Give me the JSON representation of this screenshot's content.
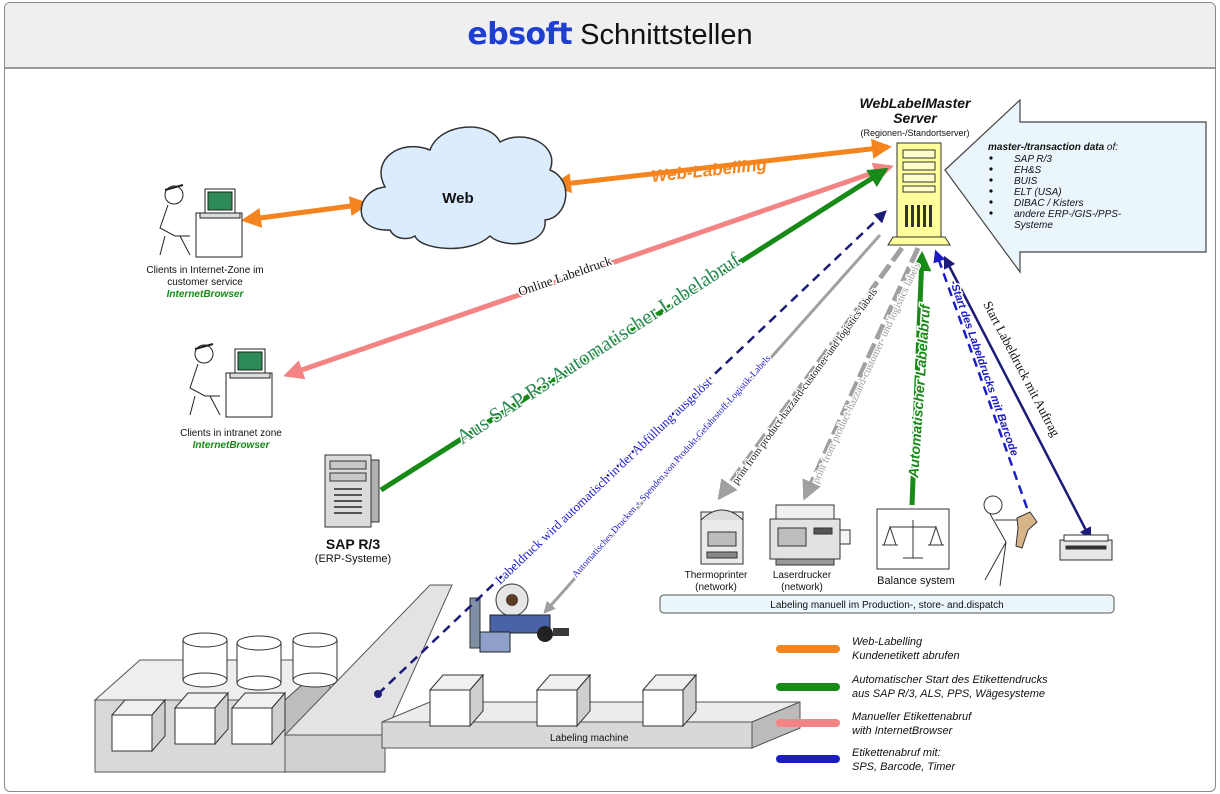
{
  "header": {
    "brand": "ebsoft",
    "title": "Schnittstellen"
  },
  "server": {
    "name_line1": "WebLabelMaster",
    "name_line2": "Server",
    "subtitle": "(Regionen-/Standortserver)"
  },
  "data_box": {
    "heading_bold": "master-/transaction data",
    "heading_rest": " of:",
    "items": [
      "SAP R/3",
      "EH&S",
      "BUIS",
      "ELT (USA)",
      "DIBAC / Kisters",
      "andere ERP-/GIS-/PPS-",
      "Systeme"
    ]
  },
  "web_cloud": {
    "label": "Web"
  },
  "clients_internet": {
    "line1": "Clients in Internet-Zone im",
    "line2": "customer service",
    "line3": "InternetBrowser"
  },
  "clients_intranet": {
    "line1": "Clients in intranet zone",
    "line2": "InternetBrowser"
  },
  "sap": {
    "name": "SAP R/3",
    "sub": "(ERP-Systeme)"
  },
  "connections": {
    "web_labelling": "Web-Labelling",
    "online_labeldruck": "Online Labeldruck",
    "sap_auto": "Aus SAP R3:Automatischer Labelabruf",
    "labeldruck_auto": "Labeldruck wird automatisch in der Abfüllung ausgelöst",
    "auto_drucken": "Automatisches Drucken + Spenden von Produkt-Gefahrstoff-Logistik-Labels",
    "print_thermo": "print from product-hazzard-customer-und logistics labels",
    "print_laser": "print from product-hazzard-customer- und logistics labels",
    "auto_labelabruf": "Automatischer Labelabruf",
    "start_barcode": "-Start des Labeldrucks mit Barcode",
    "start_auftrag": "Start Labeldruck mit Auftrag"
  },
  "devices": {
    "thermo_line1": "Thermoprinter",
    "thermo_line2": "(network)",
    "laser_line1": "Laserdrucker",
    "laser_line2": "(network)",
    "balance": "Balance system"
  },
  "manual_bar": "Labeling manuell im Production-, store- and.dispatch",
  "labeling_machine": "Labeling machine",
  "legend": [
    {
      "color": "#f5841f",
      "line1": "Web-Labelling",
      "line2": "Kundenetikett abrufen"
    },
    {
      "color": "#178a17",
      "line1": "Automatischer Start des Etikettendrucks",
      "line2": "aus SAP R/3, ALS, PPS, Wägesysteme"
    },
    {
      "color": "#f48484",
      "line1": "Manueller Etikettenabruf",
      "line2": "with InternetBrowser"
    },
    {
      "color": "#1b1bc8",
      "line1": "Etikettenabruf mit:",
      "line2": "SPS, Barcode, Timer"
    }
  ],
  "colors": {
    "orange": "#f5841f",
    "green": "#178a17",
    "pink": "#f48484",
    "dark_blue": "#1b1b7a",
    "blue": "#1b1bc8",
    "gray": "#a0a0a0",
    "server_yellow": "#ffff99"
  }
}
